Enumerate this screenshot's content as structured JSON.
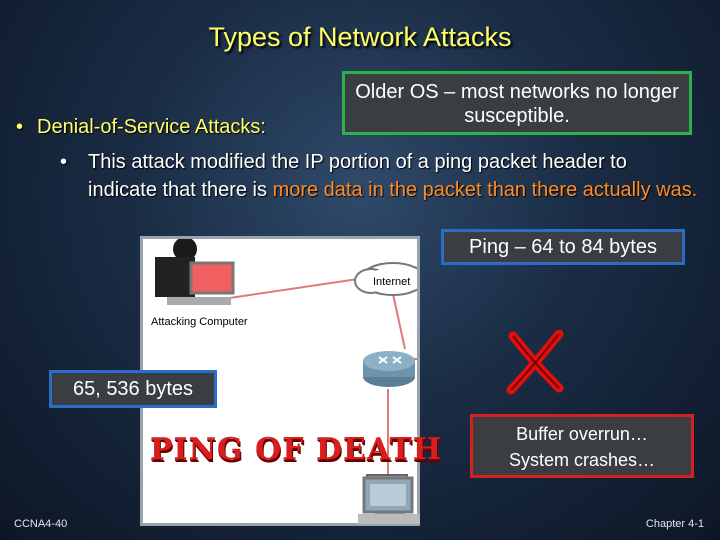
{
  "title": "Types of Network Attacks",
  "bullet1": "Denial-of-Service Attacks:",
  "bullet2": {
    "part1": "This attack modified the IP portion of a ping packet header to indicate that there is ",
    "highlight": "more data in the packet than there actually was.",
    "part2": ""
  },
  "callouts": {
    "older_os": "Older OS – most networks no longer susceptible.",
    "ping_size": "Ping – 64 to 84 bytes",
    "bytes": "65, 536 bytes",
    "crash_line1": "Buffer overrun…",
    "crash_line2": "System crashes…"
  },
  "diagram": {
    "internet_label": "Internet",
    "attacker_label": "Attacking Computer"
  },
  "ping_of_death": "PING OF DEATH",
  "footer": {
    "left": "CCNA4-40",
    "right": "Chapter 4-1"
  },
  "colors": {
    "title": "#ffff66",
    "highlight": "#ff8c2a",
    "green_border": "#2db24a",
    "blue_border": "#2a6cc8",
    "red_border": "#d42020"
  }
}
